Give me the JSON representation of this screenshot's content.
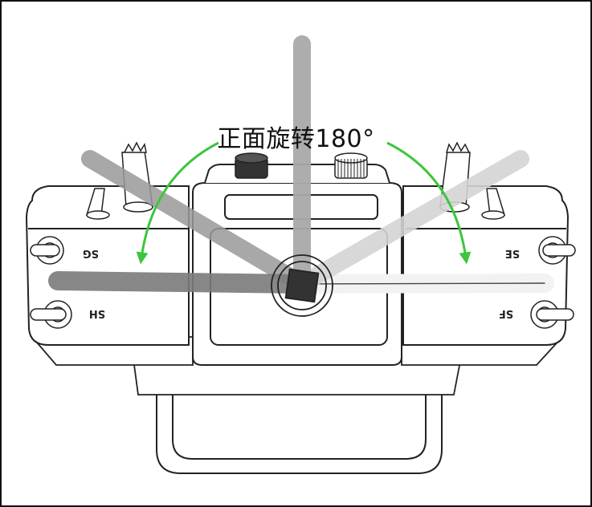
{
  "caption": "正面旋转180°",
  "switch_labels": {
    "left_top": "SG",
    "left_bottom": "SH",
    "right_top": "SE",
    "right_bottom": "SF"
  },
  "colors": {
    "arrow": "#3cc63c",
    "outline": "#222222",
    "antenna_dark": "#555555",
    "antenna_light": "#c8c8c8",
    "background": "#ffffff"
  },
  "icons": [
    "rotation-arrow-left-icon",
    "rotation-arrow-right-icon"
  ]
}
